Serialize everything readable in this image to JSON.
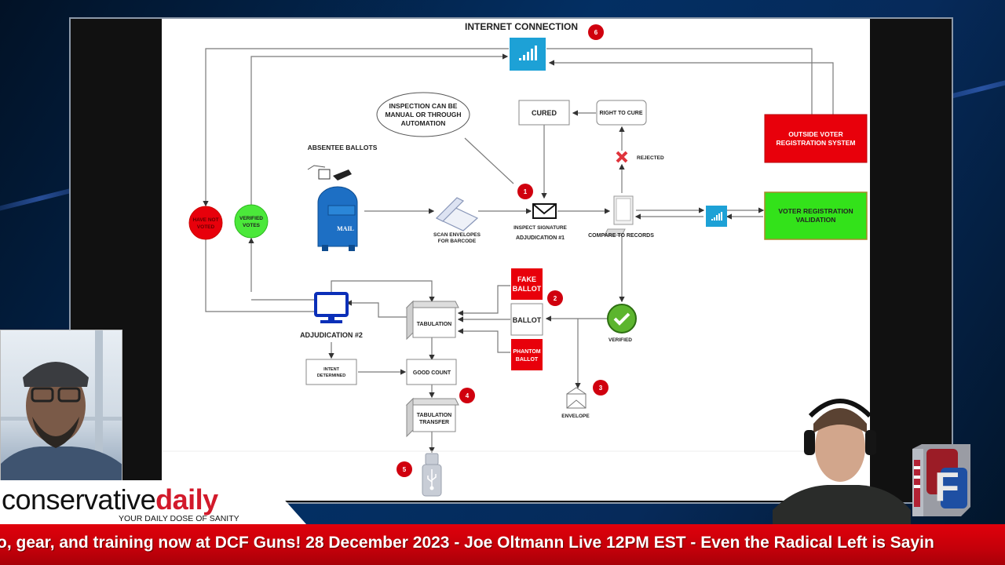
{
  "diagram": {
    "title": "INTERNET CONNECTION",
    "nodes": {
      "internet_top": {
        "icon": "wifi-signal-icon"
      },
      "inspection_note": [
        "INSPECTION CAN BE",
        "MANUAL OR THROUGH",
        "AUTOMATION"
      ],
      "absentee_ballots": "ABSENTEE BALLOTS",
      "mailbox_label": "MAIL",
      "scan_envelopes": [
        "SCAN ENVELOPES",
        "FOR BARCODE"
      ],
      "inspect_signature": "INSPECT SIGNATURE",
      "adjudication_1": "ADJUDICATION #1",
      "compare_records": "COMPARE TO RECORDS",
      "cured": "CURED",
      "right_to_cure": "RIGHT TO CURE",
      "rejected": "REJECTED",
      "outside_voter": [
        "OUTSIDE VOTER",
        "REGISTRATION SYSTEM"
      ],
      "voter_validation": [
        "VOTER REGISTRATION",
        "VALIDATION"
      ],
      "have_not_voted": [
        "HAVE NOT",
        "VOTED"
      ],
      "verified_votes": [
        "VERIFIED",
        "VOTES"
      ],
      "adjudication_2": "ADJUDICATION #2",
      "tabulation": "TABULATION",
      "fake_ballot": [
        "FAKE",
        "BALLOT"
      ],
      "ballot": "BALLOT",
      "phantom_ballot": [
        "PHANTOM",
        "BALLOT"
      ],
      "verified": "VERIFIED",
      "intent_determined": [
        "INTENT",
        "DETERMINED"
      ],
      "good_count": "GOOD COUNT",
      "tabulation_transfer": [
        "TABULATION",
        "TRANSFER"
      ],
      "envelope": "ENVELOPE"
    },
    "markers": [
      "1",
      "2",
      "3",
      "4",
      "5",
      "6"
    ],
    "colors": {
      "red": "#e8000b",
      "green": "#33e21a",
      "cyan": "#1da1d6",
      "marker": "#d0000e",
      "monitor_blue": "#0b2fb8"
    }
  },
  "overlay": {
    "brand_light": "conservative",
    "brand_bold": "daily",
    "tagline": "YOUR DAILY DOSE OF SANITY",
    "ticker": "o, gear, and training now at DCF Guns! 28 December 2023 - Joe Oltmann Live 12PM EST - Even the Radical Left is Sayin",
    "logo_letter": "F",
    "brand_color": "#d21a2b",
    "ticker_color": "#d8000b"
  }
}
